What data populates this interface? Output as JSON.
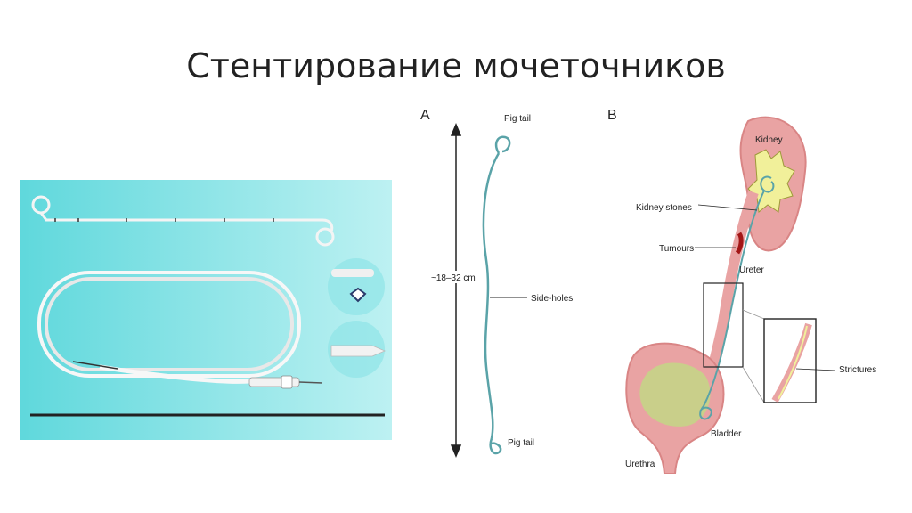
{
  "slide": {
    "title": "Стентирование мочеточников"
  },
  "figure_a": {
    "panel_label": "A",
    "top_label": "Pig tail",
    "length_label": "~18–32 cm",
    "middle_label": "Side-holes",
    "bottom_label": "Pig tail"
  },
  "figure_b": {
    "panel_label": "B",
    "labels": {
      "kidney": "Kidney",
      "kidney_stones": "Kidney stones",
      "tumours": "Tumours",
      "ureter": "Ureter",
      "strictures": "Strictures",
      "bladder": "Bladder",
      "urethra": "Urethra"
    },
    "colors": {
      "organ": "#e9a3a3",
      "organ_border": "#d98585",
      "stone": "#f1f09a",
      "tumour": "#a31616",
      "bladder_fill": "#c9cf8a",
      "stent": "#5aa3a8"
    }
  },
  "photo": {
    "colors": {
      "background": "#5fd8dc",
      "background_light": "#bdf1f2"
    }
  }
}
